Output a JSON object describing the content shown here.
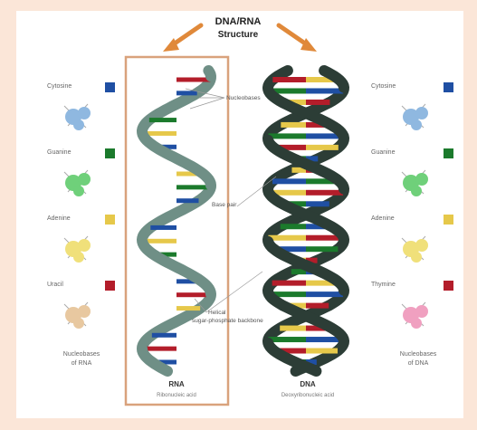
{
  "title": {
    "line1": "DNA/RNA",
    "line2": "Structure"
  },
  "colors": {
    "cytosine": "#1f4fa3",
    "guanine": "#1b7a2c",
    "adenine": "#e6c84a",
    "uracil": "#b31d2a",
    "thymine": "#b31d2a",
    "rna_backbone": "#6f8f86",
    "dna_backbone": "#2c3d36",
    "frame": "#d9a27c",
    "arrow": "#e0893a"
  },
  "left_bases": [
    {
      "label": "Cytosine",
      "color_key": "cytosine",
      "icon": "cytosine-molecule-icon",
      "mol_color": "#8fb8e0"
    },
    {
      "label": "Guanine",
      "color_key": "guanine",
      "icon": "guanine-molecule-icon",
      "mol_color": "#6fd07a"
    },
    {
      "label": "Adenine",
      "color_key": "adenine",
      "icon": "adenine-molecule-icon",
      "mol_color": "#f0e07a"
    },
    {
      "label": "Uracil",
      "color_key": "uracil",
      "icon": "uracil-molecule-icon",
      "mol_color": "#e8c8a0"
    }
  ],
  "right_bases": [
    {
      "label": "Cytosine",
      "color_key": "cytosine",
      "icon": "cytosine-molecule-icon",
      "mol_color": "#8fb8e0"
    },
    {
      "label": "Guanine",
      "color_key": "guanine",
      "icon": "guanine-molecule-icon",
      "mol_color": "#6fd07a"
    },
    {
      "label": "Adenine",
      "color_key": "adenine",
      "icon": "adenine-molecule-icon",
      "mol_color": "#f0e07a"
    },
    {
      "label": "Thymine",
      "color_key": "thymine",
      "icon": "thymine-molecule-icon",
      "mol_color": "#f0a0c0"
    }
  ],
  "left_footer": {
    "line1": "Nucleobases",
    "line2": "of RNA"
  },
  "right_footer": {
    "line1": "Nucleobases",
    "line2": "of DNA"
  },
  "callouts": {
    "nucleobases": "Nucleobases",
    "base_pair": "Base pair",
    "backbone_line1": "Helical",
    "backbone_line2": "sugar-phosphate backbone"
  },
  "rna_label": {
    "name": "RNA",
    "full": "Ribonucleic acid"
  },
  "dna_label": {
    "name": "DNA",
    "full": "Deoxyribonucleic acid"
  }
}
